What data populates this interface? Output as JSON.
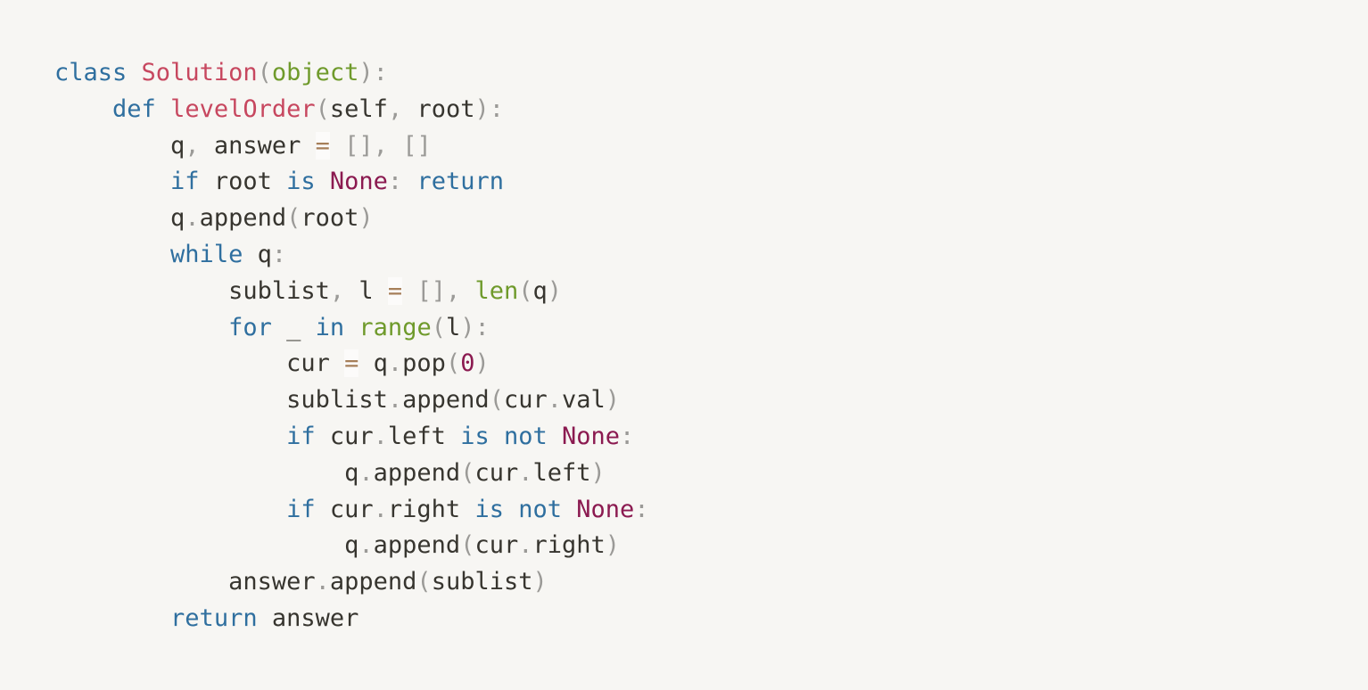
{
  "code": {
    "language": "python",
    "colors": {
      "background": "#f7f6f3",
      "plain": "#37352f",
      "keyword": "#2f6f9f",
      "classname": "#c7475f",
      "function": "#c7475f",
      "builtin": "#6f9a2b",
      "constant": "#8b1a50",
      "number": "#8b1a50",
      "punct": "#9b9a97",
      "operator": "#a67f59"
    },
    "lines": [
      [
        [
          "keyword",
          "class"
        ],
        [
          "plain",
          " "
        ],
        [
          "classname",
          "Solution"
        ],
        [
          "punct",
          "("
        ],
        [
          "builtin",
          "object"
        ],
        [
          "punct",
          "):"
        ]
      ],
      [
        [
          "plain",
          "    "
        ],
        [
          "keyword",
          "def"
        ],
        [
          "plain",
          " "
        ],
        [
          "function",
          "levelOrder"
        ],
        [
          "punct",
          "("
        ],
        [
          "plain",
          "self"
        ],
        [
          "punct",
          ","
        ],
        [
          "plain",
          " root"
        ],
        [
          "punct",
          "):"
        ]
      ],
      [
        [
          "plain",
          "        q"
        ],
        [
          "punct",
          ","
        ],
        [
          "plain",
          " answer "
        ],
        [
          "operator",
          "="
        ],
        [
          "plain",
          " "
        ],
        [
          "punct",
          "[],"
        ],
        [
          "plain",
          " "
        ],
        [
          "punct",
          "[]"
        ]
      ],
      [
        [
          "plain",
          "        "
        ],
        [
          "keyword",
          "if"
        ],
        [
          "plain",
          " root "
        ],
        [
          "keyword",
          "is"
        ],
        [
          "plain",
          " "
        ],
        [
          "constant",
          "None"
        ],
        [
          "punct",
          ":"
        ],
        [
          "plain",
          " "
        ],
        [
          "keyword",
          "return"
        ]
      ],
      [
        [
          "plain",
          "        q"
        ],
        [
          "punct",
          "."
        ],
        [
          "plain",
          "append"
        ],
        [
          "punct",
          "("
        ],
        [
          "plain",
          "root"
        ],
        [
          "punct",
          ")"
        ]
      ],
      [
        [
          "plain",
          "        "
        ],
        [
          "keyword",
          "while"
        ],
        [
          "plain",
          " q"
        ],
        [
          "punct",
          ":"
        ]
      ],
      [
        [
          "plain",
          "            sublist"
        ],
        [
          "punct",
          ","
        ],
        [
          "plain",
          " l "
        ],
        [
          "operator",
          "="
        ],
        [
          "plain",
          " "
        ],
        [
          "punct",
          "[],"
        ],
        [
          "plain",
          " "
        ],
        [
          "builtin",
          "len"
        ],
        [
          "punct",
          "("
        ],
        [
          "plain",
          "q"
        ],
        [
          "punct",
          ")"
        ]
      ],
      [
        [
          "plain",
          "            "
        ],
        [
          "keyword",
          "for"
        ],
        [
          "plain",
          " _ "
        ],
        [
          "keyword",
          "in"
        ],
        [
          "plain",
          " "
        ],
        [
          "builtin",
          "range"
        ],
        [
          "punct",
          "("
        ],
        [
          "plain",
          "l"
        ],
        [
          "punct",
          "):"
        ]
      ],
      [
        [
          "plain",
          "                cur "
        ],
        [
          "operator",
          "="
        ],
        [
          "plain",
          " q"
        ],
        [
          "punct",
          "."
        ],
        [
          "plain",
          "pop"
        ],
        [
          "punct",
          "("
        ],
        [
          "number",
          "0"
        ],
        [
          "punct",
          ")"
        ]
      ],
      [
        [
          "plain",
          "                sublist"
        ],
        [
          "punct",
          "."
        ],
        [
          "plain",
          "append"
        ],
        [
          "punct",
          "("
        ],
        [
          "plain",
          "cur"
        ],
        [
          "punct",
          "."
        ],
        [
          "plain",
          "val"
        ],
        [
          "punct",
          ")"
        ]
      ],
      [
        [
          "plain",
          "                "
        ],
        [
          "keyword",
          "if"
        ],
        [
          "plain",
          " cur"
        ],
        [
          "punct",
          "."
        ],
        [
          "plain",
          "left "
        ],
        [
          "keyword",
          "is"
        ],
        [
          "plain",
          " "
        ],
        [
          "keyword",
          "not"
        ],
        [
          "plain",
          " "
        ],
        [
          "constant",
          "None"
        ],
        [
          "punct",
          ":"
        ]
      ],
      [
        [
          "plain",
          "                    q"
        ],
        [
          "punct",
          "."
        ],
        [
          "plain",
          "append"
        ],
        [
          "punct",
          "("
        ],
        [
          "plain",
          "cur"
        ],
        [
          "punct",
          "."
        ],
        [
          "plain",
          "left"
        ],
        [
          "punct",
          ")"
        ]
      ],
      [
        [
          "plain",
          "                "
        ],
        [
          "keyword",
          "if"
        ],
        [
          "plain",
          " cur"
        ],
        [
          "punct",
          "."
        ],
        [
          "plain",
          "right "
        ],
        [
          "keyword",
          "is"
        ],
        [
          "plain",
          " "
        ],
        [
          "keyword",
          "not"
        ],
        [
          "plain",
          " "
        ],
        [
          "constant",
          "None"
        ],
        [
          "punct",
          ":"
        ]
      ],
      [
        [
          "plain",
          "                    q"
        ],
        [
          "punct",
          "."
        ],
        [
          "plain",
          "append"
        ],
        [
          "punct",
          "("
        ],
        [
          "plain",
          "cur"
        ],
        [
          "punct",
          "."
        ],
        [
          "plain",
          "right"
        ],
        [
          "punct",
          ")"
        ]
      ],
      [
        [
          "plain",
          "            answer"
        ],
        [
          "punct",
          "."
        ],
        [
          "plain",
          "append"
        ],
        [
          "punct",
          "("
        ],
        [
          "plain",
          "sublist"
        ],
        [
          "punct",
          ")"
        ]
      ],
      [
        [
          "plain",
          "        "
        ],
        [
          "keyword",
          "return"
        ],
        [
          "plain",
          " answer"
        ]
      ]
    ]
  }
}
